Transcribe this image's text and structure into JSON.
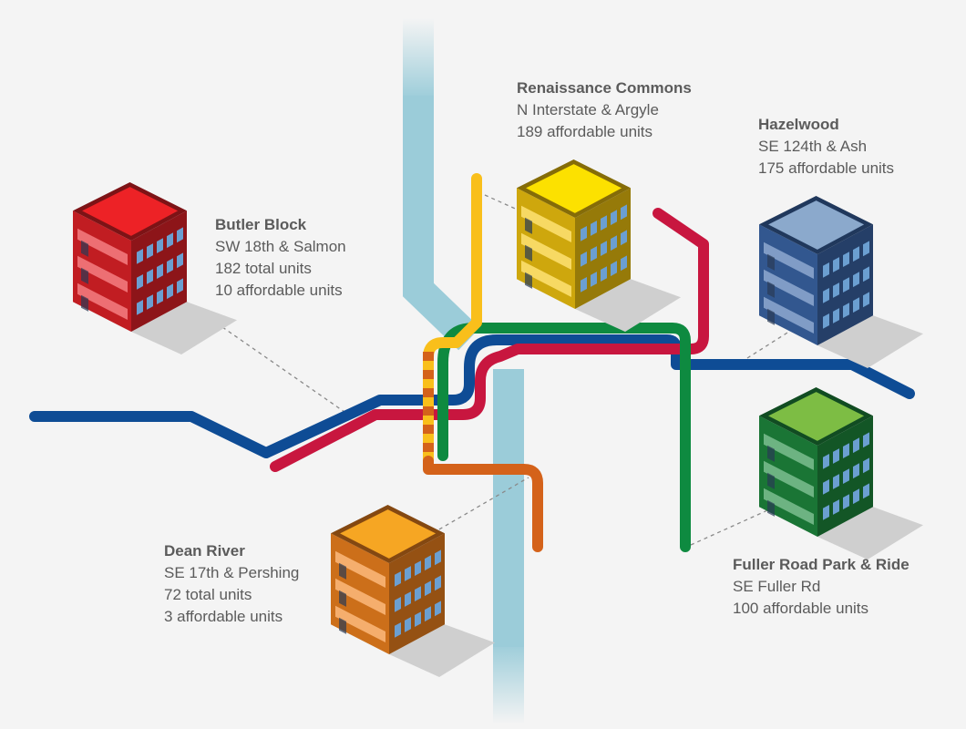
{
  "colors": {
    "background": "#f4f4f4",
    "river": "#9bccd9",
    "text": "#5b5b5b",
    "line_blue": "#0e4c95",
    "line_red": "#c8163f",
    "line_green": "#0e8a40",
    "line_yellow": "#f9bf1b",
    "line_orange": "#d4621a"
  },
  "buildings": [
    {
      "key": "butler-block",
      "name": "Butler Block",
      "lines": [
        "SW 18th & Salmon",
        "182 total units",
        "10 affordable units"
      ],
      "color": "#e32228",
      "roof": "#ed2226",
      "icon": "building-icon"
    },
    {
      "key": "renaissance-commons",
      "name": "Renaissance Commons",
      "lines": [
        "N Interstate & Argyle",
        "189 affordable units"
      ],
      "color": "#f2c40f",
      "roof": "#fce100",
      "icon": "building-icon"
    },
    {
      "key": "hazelwood",
      "name": "Hazelwood",
      "lines": [
        "SE 124th & Ash",
        "175 affordable units"
      ],
      "color": "#3b66a8",
      "roof": "#8ba9cc",
      "icon": "building-icon"
    },
    {
      "key": "dean-river",
      "name": "Dean River",
      "lines": [
        "SE 17th & Pershing",
        "72 total units",
        "3 affordable units"
      ],
      "color": "#f0821e",
      "roof": "#f6a623",
      "icon": "building-icon"
    },
    {
      "key": "fuller-road",
      "name": "Fuller Road Park & Ride",
      "lines": [
        "SE Fuller Rd",
        "100 affordable units"
      ],
      "color": "#1f8a3e",
      "roof": "#7dbd44",
      "icon": "building-icon"
    }
  ]
}
